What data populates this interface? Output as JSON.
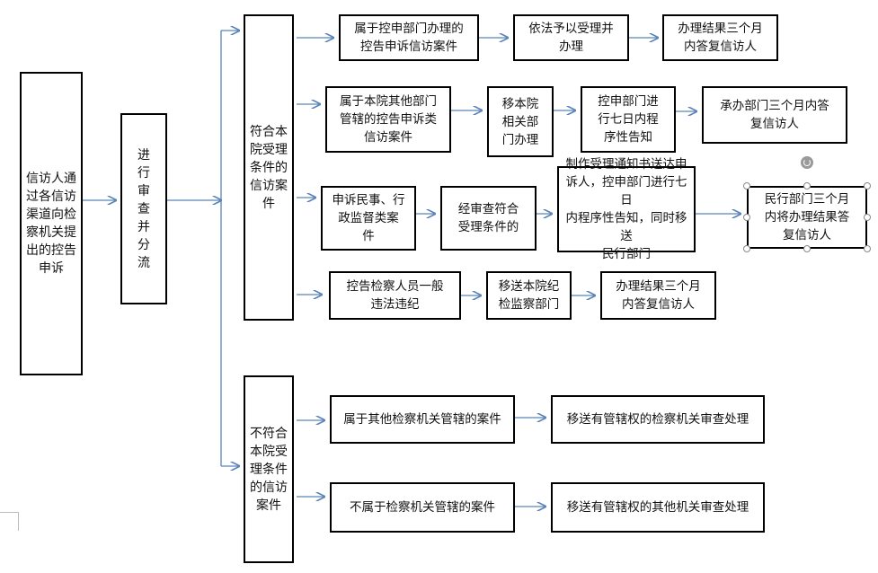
{
  "nodes": {
    "source": "信访人通过各信访渠道向检察机关提出的控告申诉",
    "review": "进行审查并分流",
    "eligible": "符合本院受理条件的信访案件",
    "ineligible": "不符合本院受理条件的信访案件",
    "r1_a": "属于控申部门办理的\n控告申诉信访案件",
    "r1_b": "依法予以受理并\n办理",
    "r1_c": "办理结果三个月\n内答复信访人",
    "r2_a": "属于本院其他部门\n管辖的控告申诉类\n信访案件",
    "r2_b": "移本院\n相关部\n门办理",
    "r2_c": "控申部门进\n行七日内程\n序性告知",
    "r2_d": "承办部门三个月内答\n复信访人",
    "r3_a": "申诉民事、行\n政监督类案\n件",
    "r3_b": "经审查符合\n受理条件的",
    "r3_c": "制作受理通知书送达申\n诉人，控申部门进行七日\n内程序性告知，同时移送\n民行部门",
    "r3_d": "民行部门三个月\n内将办理结果答\n复信访人",
    "r4_a": "控告检察人员一般\n违法违纪",
    "r4_b": "移送本院纪\n检监察部门",
    "r4_c": "办理结果三个月\n内答复信访人",
    "n1_a": "属于其他检察机关管辖的案件",
    "n1_b": "移送有管辖权的检察机关审查处理",
    "n2_a": "不属于检察机关管辖的案件",
    "n2_b": "移送有管辖权的其他机关审查处理"
  },
  "colors": {
    "arrow": "#5b84b8",
    "border": "#000000"
  }
}
